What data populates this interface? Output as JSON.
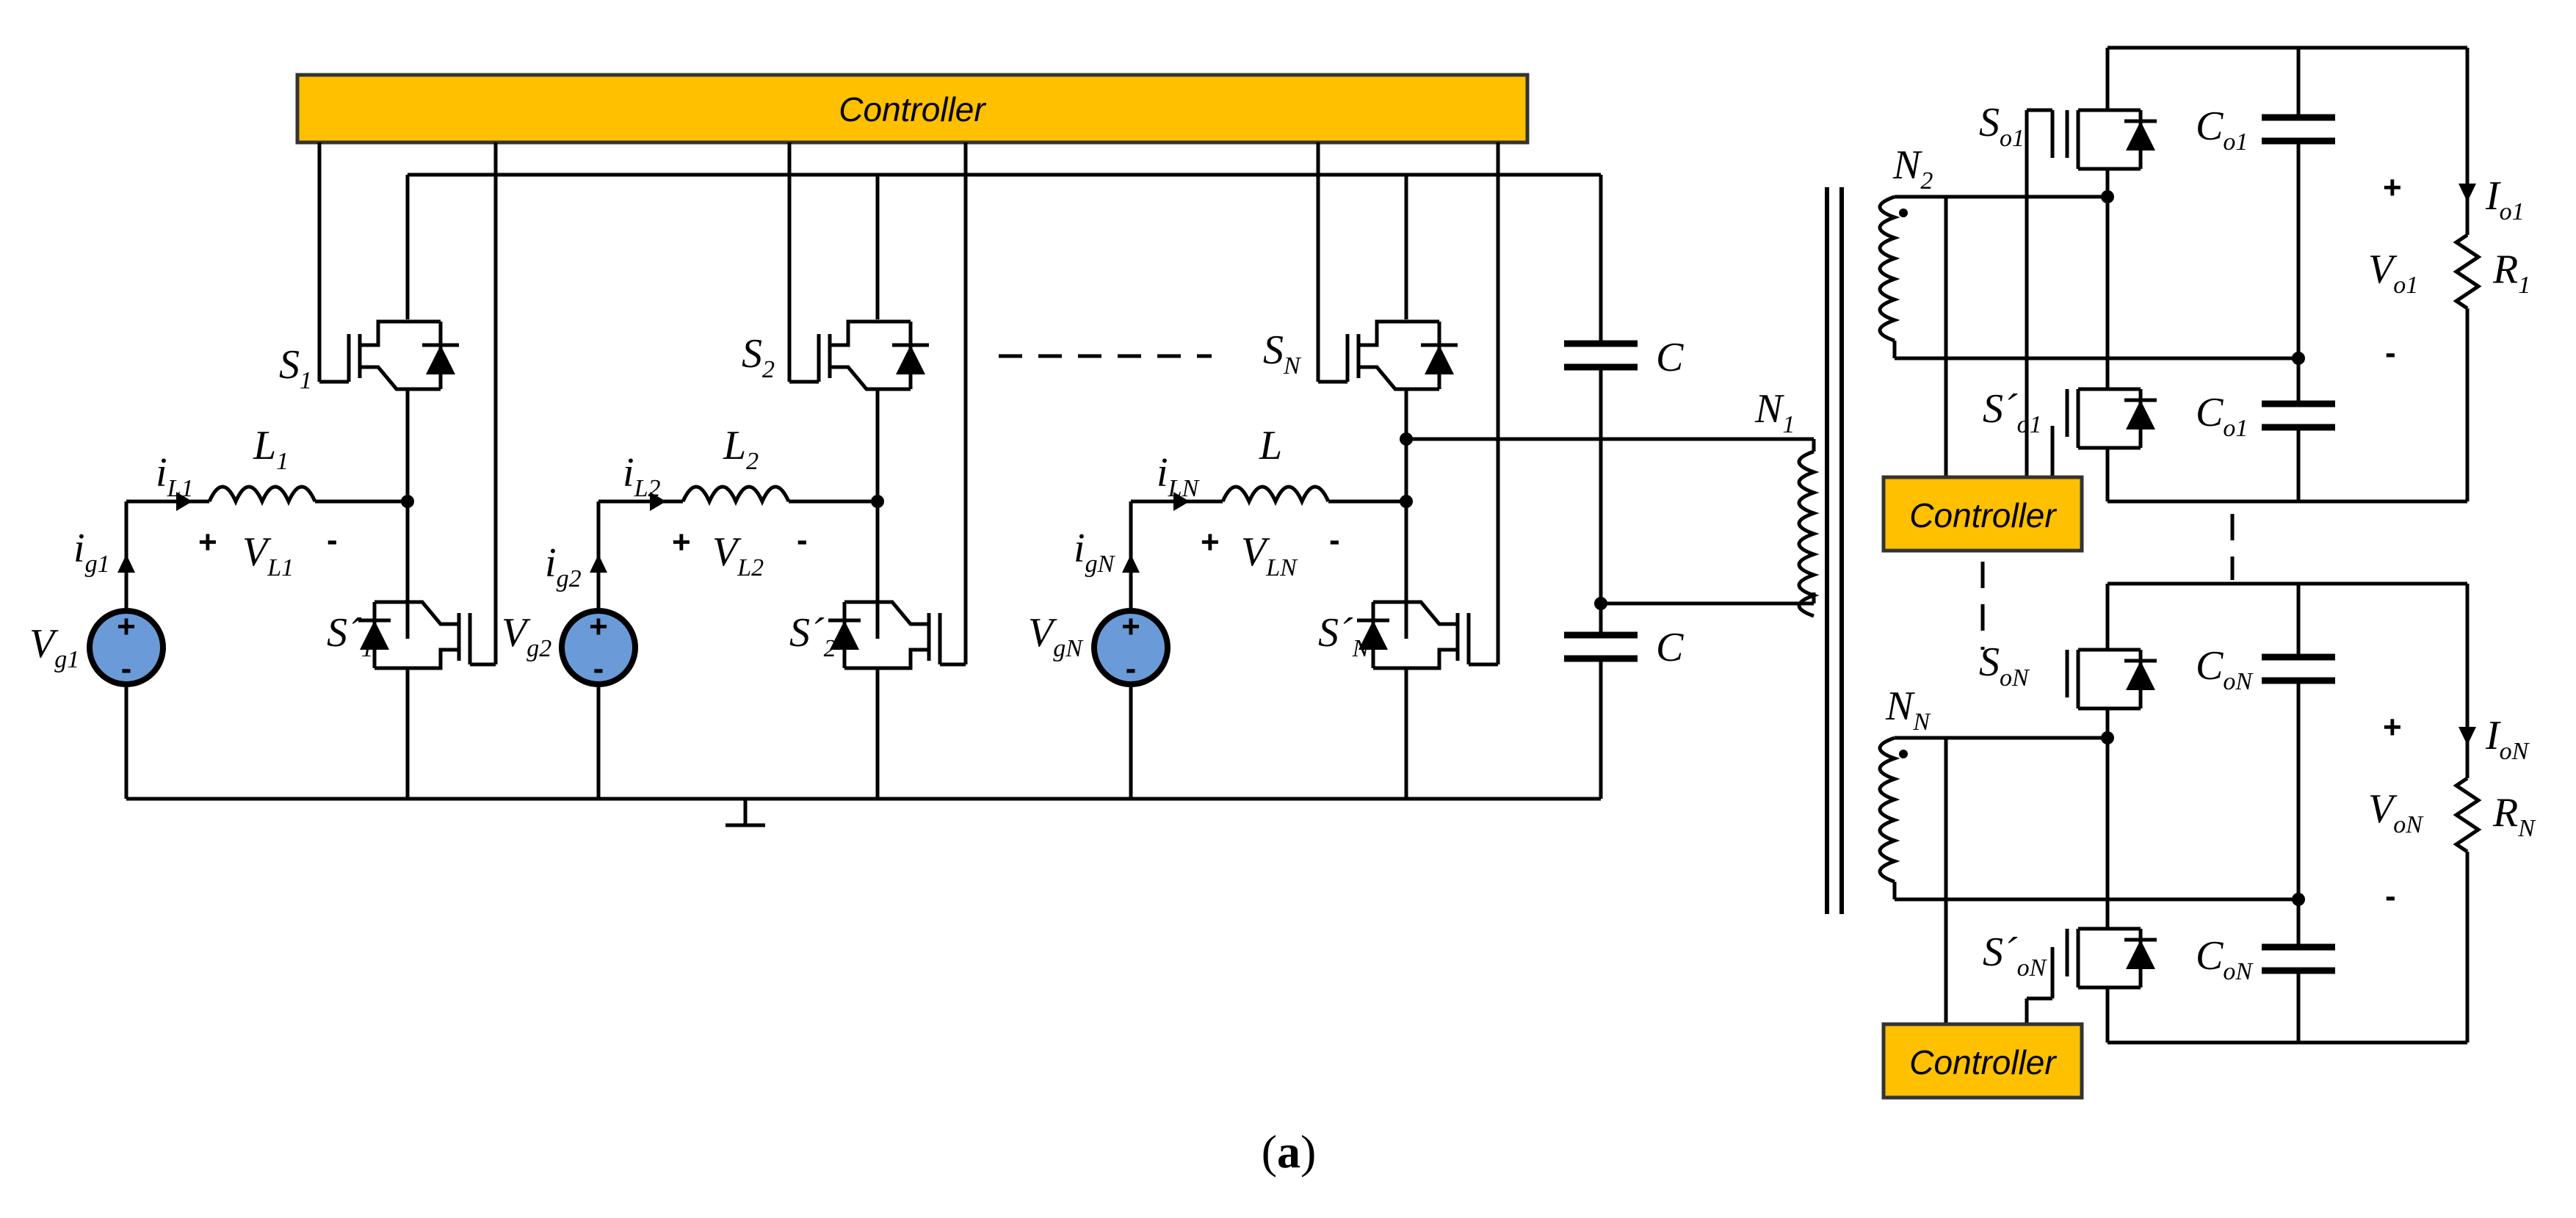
{
  "controllers": {
    "main": "Controller",
    "module_1": "Controller",
    "module_n": "Controller"
  },
  "colors": {
    "controller_fill": "#FFC000",
    "controller_border": "#333333",
    "source_fill": "#6A9BD8",
    "wire": "#000000"
  },
  "legs": [
    {
      "switch_top": "S",
      "switch_top_sub": "1",
      "switch_bot": "S´",
      "switch_bot_sub": "1",
      "inductor": "L",
      "inductor_sub": "1",
      "current_l": "i",
      "current_l_sub": "L1",
      "current_g": "i",
      "current_g_sub": "g1",
      "voltage_l": "V",
      "voltage_l_sub": "L1",
      "source": "V",
      "source_sub": "g1"
    },
    {
      "switch_top": "S",
      "switch_top_sub": "2",
      "switch_bot": "S´",
      "switch_bot_sub": "2",
      "inductor": "L",
      "inductor_sub": "2",
      "current_l": "i",
      "current_l_sub": "L2",
      "current_g": "i",
      "current_g_sub": "g2",
      "voltage_l": "V",
      "voltage_l_sub": "L2",
      "source": "V",
      "source_sub": "g2"
    },
    {
      "switch_top": "S",
      "switch_top_sub": "N",
      "switch_bot": "S´",
      "switch_bot_sub": "N",
      "inductor": "L",
      "inductor_sub": "",
      "current_l": "i",
      "current_l_sub": "LN",
      "current_g": "i",
      "current_g_sub": "gN",
      "voltage_l": "V",
      "voltage_l_sub": "LN",
      "source": "V",
      "source_sub": "gN"
    }
  ],
  "dc_link": {
    "cap_top": "C",
    "cap_bot": "C"
  },
  "transformer": {
    "primary": "N",
    "primary_sub": "1",
    "secondary_1": "N",
    "secondary_1_sub": "2",
    "secondary_n": "N",
    "secondary_n_sub": "N"
  },
  "outputs": [
    {
      "switch_top": "S",
      "switch_top_sub": "o1",
      "switch_bot": "S´",
      "switch_bot_sub": "o1",
      "cap_top": "C",
      "cap_top_sub": "o1",
      "cap_bot": "C",
      "cap_bot_sub": "o1",
      "current": "I",
      "current_sub": "o1",
      "voltage": "V",
      "voltage_sub": "o1",
      "resistor": "R",
      "resistor_sub": "1"
    },
    {
      "switch_top": "S",
      "switch_top_sub": "oN",
      "switch_bot": "S´",
      "switch_bot_sub": "oN",
      "cap_top": "C",
      "cap_top_sub": "oN",
      "cap_bot": "C",
      "cap_bot_sub": "oN",
      "current": "I",
      "current_sub": "oN",
      "voltage": "V",
      "voltage_sub": "oN",
      "resistor": "R",
      "resistor_sub": "N"
    }
  ],
  "signs": {
    "plus": "+",
    "minus": "-",
    "minus_pol": "-"
  },
  "caption": {
    "open": "(",
    "letter": "a",
    "close": ")"
  }
}
